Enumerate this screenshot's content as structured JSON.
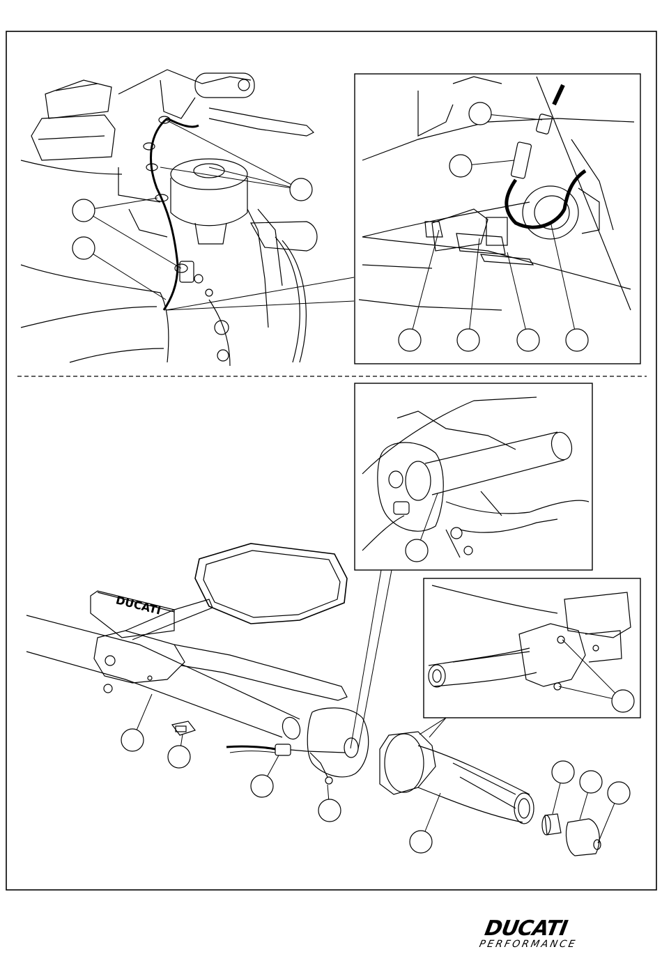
{
  "document": {
    "kind": "installation illustration sheet",
    "panels": [
      "top-overview",
      "top-detail-inset",
      "bottom-exploded-view",
      "bottom-detail-inset-1",
      "bottom-detail-inset-2"
    ],
    "separator": "dashed"
  },
  "brand": {
    "logo_main": "DUCATI",
    "logo_sub": "PERFORMANCE",
    "reservoir_lettering": "DUCATI"
  },
  "callouts": {
    "count": 20,
    "label_text": ""
  },
  "colors": {
    "line": "#000000",
    "background": "#ffffff"
  }
}
